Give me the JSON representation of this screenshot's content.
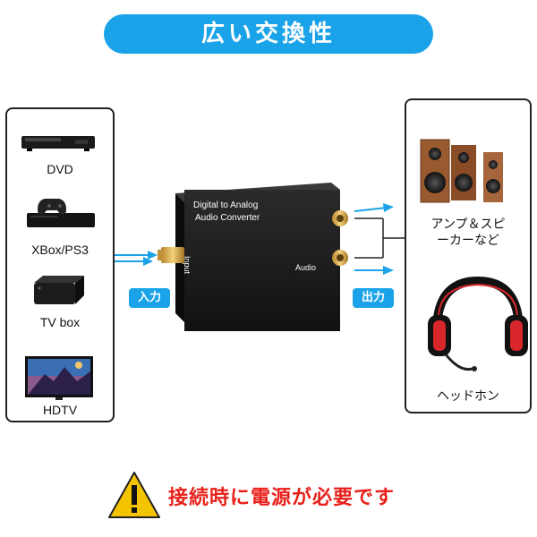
{
  "banner": {
    "title": "広い交換性"
  },
  "sources": [
    {
      "label": "DVD",
      "icon": "dvd-player-icon"
    },
    {
      "label": "XBox/PS3",
      "icon": "game-console-icon"
    },
    {
      "label": "TV box",
      "icon": "tv-box-icon"
    },
    {
      "label": "HDTV",
      "icon": "hdtv-icon"
    }
  ],
  "outputs": [
    {
      "label_line1": "アンプ＆スピ",
      "label_line2": "ーカーなど",
      "icon": "speakers-icon"
    },
    {
      "label": "ヘッドホン",
      "icon": "headphones-icon"
    }
  ],
  "converter": {
    "title_line1": "Digital to Analog",
    "title_line2": "Audio Converter",
    "input_label": "Input",
    "audio_label": "Audio"
  },
  "tags": {
    "input": "入力",
    "output": "出力"
  },
  "warning": {
    "text": "接続時に電源が必要です",
    "icon": "warning-icon"
  },
  "colors": {
    "accent": "#1aa3e8",
    "warning": "#e8201a",
    "warning_icon": "#f5c400"
  }
}
